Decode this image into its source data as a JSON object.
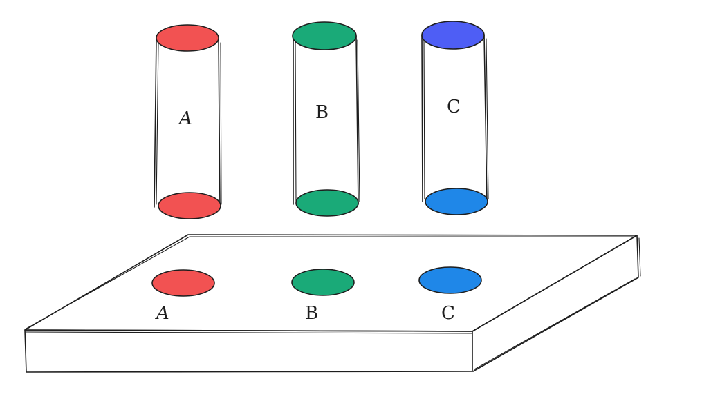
{
  "cylinders": [
    {
      "label": "A",
      "top_color": "#f25252",
      "bottom_color": "#f25252"
    },
    {
      "label": "B",
      "top_color": "#1aaa78",
      "bottom_color": "#1aaa78"
    },
    {
      "label": "C",
      "top_color": "#4e5ef5",
      "bottom_color": "#1f87e8"
    }
  ],
  "board": {
    "fill": "#ffffff",
    "holes": [
      {
        "label": "A",
        "color": "#f25252"
      },
      {
        "label": "B",
        "color": "#1aaa78"
      },
      {
        "label": "C",
        "color": "#1f87e8"
      }
    ]
  }
}
